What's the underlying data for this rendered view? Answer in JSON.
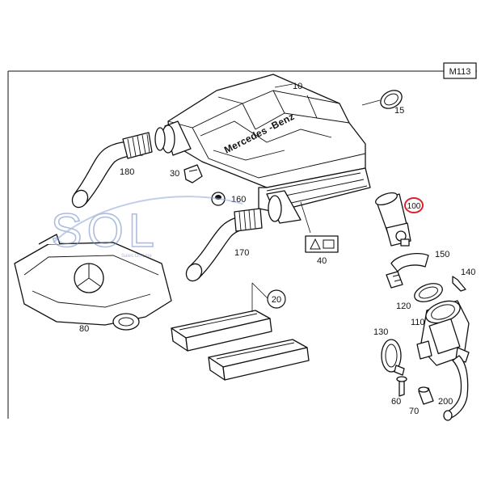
{
  "sheet_code": "M113",
  "watermark": {
    "logo_letters": "SOL",
    "tagline": "Sales On Line"
  },
  "brand_text_on_cover": "Mercedes -Benz",
  "part_labels": {
    "p10": "10",
    "p15": "15",
    "p180": "180",
    "p30": "30",
    "p160": "160",
    "p170": "170",
    "p40": "40",
    "p80": "80",
    "p20": "20",
    "p100": "100",
    "p150": "150",
    "p140": "140",
    "p120": "120",
    "p110": "110",
    "p130": "130",
    "p60": "60",
    "p70": "70",
    "p200": "200"
  },
  "highlight": {
    "part": "100",
    "color": "#d9232d"
  }
}
